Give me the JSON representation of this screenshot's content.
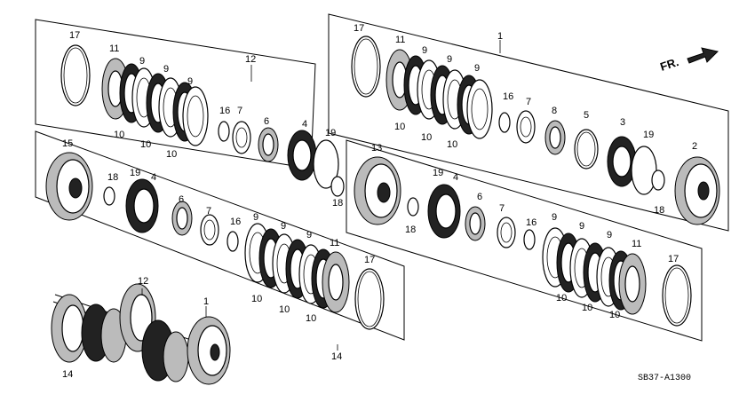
{
  "fr_label": "FR.",
  "diagram_code": "SB37-A1300",
  "callouts": {
    "a17": "17",
    "a11": "11",
    "a9a": "9",
    "a9b": "9",
    "a9c": "9",
    "a10a": "10",
    "a10b": "10",
    "a10c": "10",
    "a12": "12",
    "a16": "16",
    "a7": "7",
    "a6": "6",
    "a4": "4",
    "a19": "19",
    "a18": "18",
    "b17": "17",
    "b11": "11",
    "b9a": "9",
    "b9b": "9",
    "b9c": "9",
    "b10a": "10",
    "b10b": "10",
    "b10c": "10",
    "b1": "1",
    "b16": "16",
    "b7": "7",
    "b8": "8",
    "b5": "5",
    "b3": "3",
    "b19": "19",
    "b2": "2",
    "b18": "18",
    "c15": "15",
    "c18": "18",
    "c19": "19",
    "c4": "4",
    "c6": "6",
    "c7": "7",
    "c16": "16",
    "c9a": "9",
    "c9b": "9",
    "c9c": "9",
    "c11": "11",
    "c17": "17",
    "c10a": "10",
    "c10b": "10",
    "c10c": "10",
    "c14": "14",
    "d13": "13",
    "d19": "19",
    "d4": "4",
    "d6": "6",
    "d18": "18",
    "d7": "7",
    "d16": "16",
    "d9a": "9",
    "d9b": "9",
    "d9c": "9",
    "d11": "11",
    "d17": "17",
    "d10a": "10",
    "d10b": "10",
    "d10c": "10",
    "e12": "12",
    "e1": "1",
    "e14": "14"
  }
}
